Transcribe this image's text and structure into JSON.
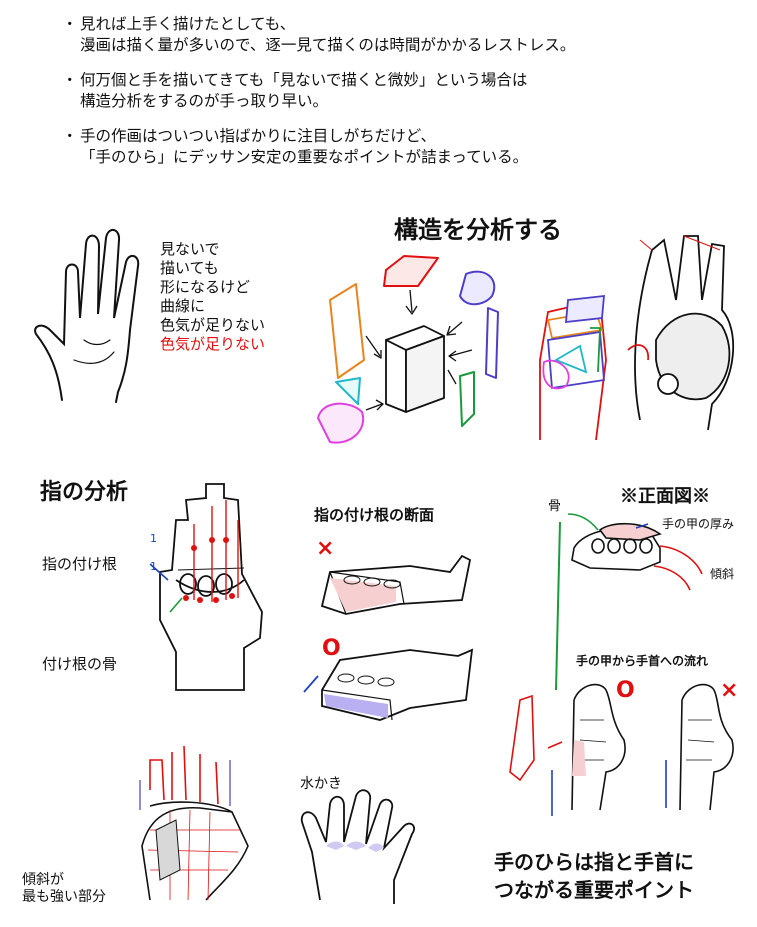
{
  "bullets": [
    {
      "lines": [
        "見れば上手く描けたとしても、",
        "漫画は描く量が多いので、逐一見て描くのは時間がかかるレストレス。"
      ]
    },
    {
      "lines": [
        "何万個と手を描いてきても「見ないで描くと微妙」という場合は",
        "構造分析をするのが手っ取り早い。"
      ]
    },
    {
      "lines": [
        "手の作画はついつい指ばかりに注目しがちだけど、",
        "「手のひら」にデッサン安定の重要なポイントが詰まっている。"
      ]
    }
  ],
  "note": {
    "lines": [
      "見ないで",
      "描いても",
      "形になるけど",
      "曲線に",
      "色気が足りない"
    ],
    "red_line": "色気が足りない"
  },
  "titles": {
    "structure": "構造を分析する",
    "finger": "指の分析",
    "cross_section": "指の付け根の断面",
    "front_view": "※正面図※",
    "flow": "手の甲から手首への流れ",
    "conclusion": [
      "手のひらは指と手首に",
      "つながる重要ポイント"
    ]
  },
  "labels": {
    "finger_base": "指の付け根",
    "base_bone": "付け根の骨",
    "webbing": "水かき",
    "slope_strong": [
      "傾斜が",
      "最も強い部分"
    ],
    "bone": "骨",
    "back_thickness": "手の甲の厚み",
    "slope": "傾斜",
    "fraction_top": "1",
    "fraction_bottom": "1"
  },
  "marks": {
    "wrong": "×",
    "right": "O"
  },
  "colors": {
    "red": "#e01010",
    "blue": "#1f3fbf",
    "green": "#1a9a3a",
    "orange": "#e8841e",
    "purple": "#4b3fc8",
    "magenta": "#e040e0",
    "cyan": "#20b8c8"
  }
}
